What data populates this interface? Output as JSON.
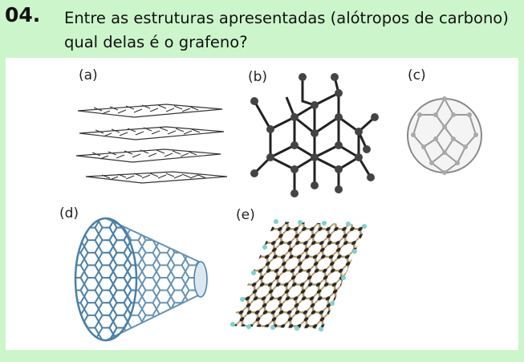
{
  "question": {
    "number": "04.",
    "text": "Entre as estruturas apresentadas (alótropos de carbono) qual delas é o grafeno?"
  },
  "figures": [
    {
      "label": "(a)",
      "depicts": "stacked-graphite-layers"
    },
    {
      "label": "(b)",
      "depicts": "diamond-lattice"
    },
    {
      "label": "(c)",
      "depicts": "fullerene-sphere"
    },
    {
      "label": "(d)",
      "depicts": "carbon-nanotube"
    },
    {
      "label": "(e)",
      "depicts": "graphene-sheet"
    }
  ],
  "colors": {
    "background": "#ccf5cc",
    "panel": "#ffffff",
    "nanotube": "#4a7fa6",
    "graphene_bond": "#b89a6a",
    "graphene_atom": "#2a2a2a",
    "graphene_edge": "#7fd0d0"
  }
}
